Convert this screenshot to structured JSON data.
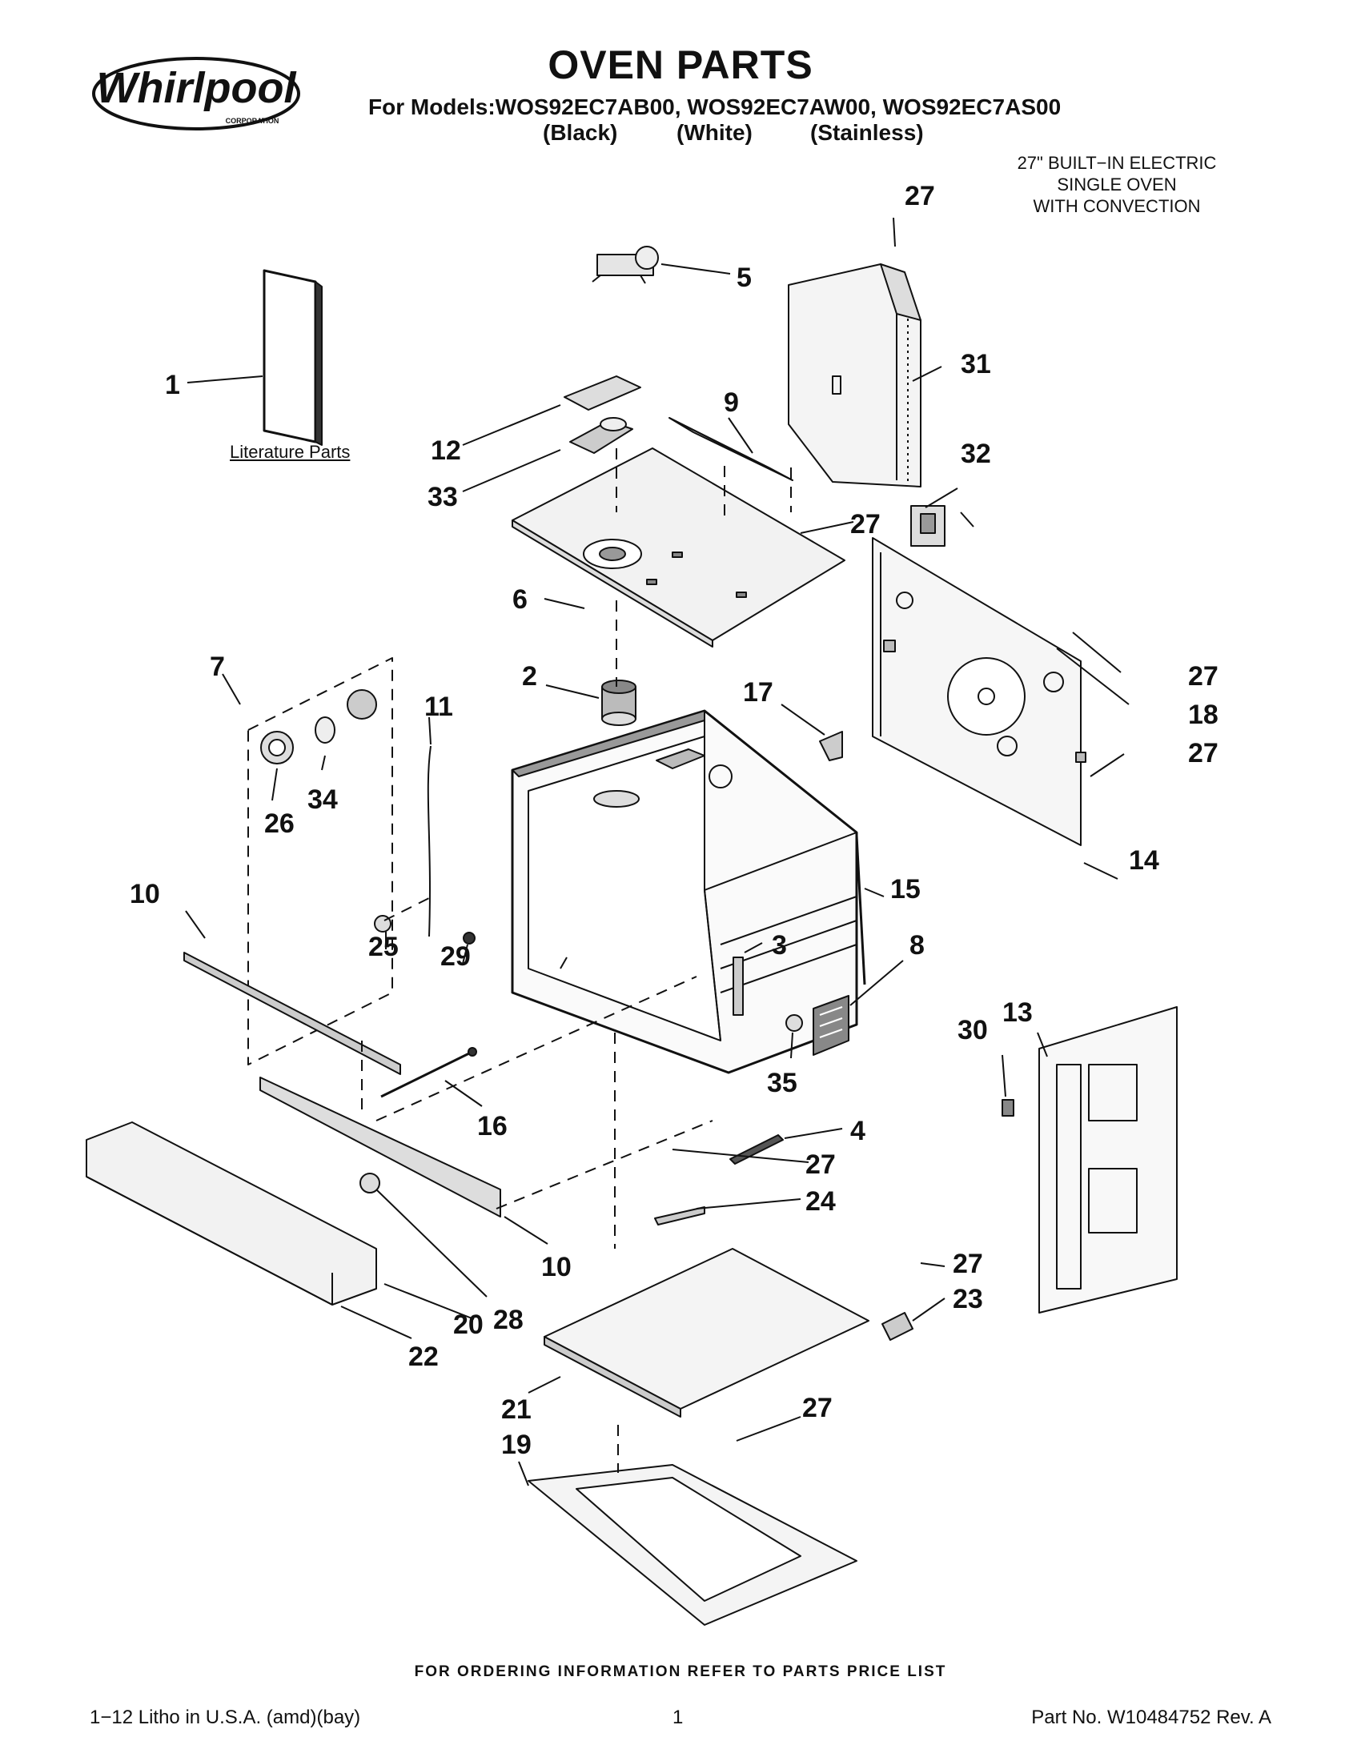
{
  "brand": {
    "name": "Whirlpool",
    "subtext": "CORPORATION"
  },
  "header": {
    "title": "OVEN PARTS",
    "models_line": "For Models:WOS92EC7AB00, WOS92EC7AW00, WOS92EC7AS00",
    "variants": [
      "(Black)",
      "(White)",
      "(Stainless)"
    ],
    "subtitle_lines": [
      "27\" BUILT−IN ELECTRIC",
      "SINGLE OVEN",
      "WITH CONVECTION"
    ]
  },
  "literature_label": "Literature Parts",
  "callouts": [
    "1",
    "2",
    "3",
    "4",
    "5",
    "6",
    "7",
    "8",
    "9",
    "10",
    "10",
    "11",
    "12",
    "13",
    "14",
    "15",
    "16",
    "17",
    "18",
    "19",
    "20",
    "21",
    "22",
    "23",
    "24",
    "25",
    "26",
    "27",
    "27",
    "27",
    "27",
    "27",
    "27",
    "27",
    "27",
    "28",
    "29",
    "30",
    "31",
    "32",
    "33",
    "34",
    "35"
  ],
  "footer": {
    "ordering_note": "FOR ORDERING INFORMATION REFER TO PARTS PRICE LIST",
    "litho": "1−12 Litho in U.S.A. (amd)(bay)",
    "page": "1",
    "part_no": "Part No. W10484752 Rev. A"
  },
  "colors": {
    "ink": "#111111",
    "paper": "#ffffff",
    "shade": "#cfcfcf"
  }
}
